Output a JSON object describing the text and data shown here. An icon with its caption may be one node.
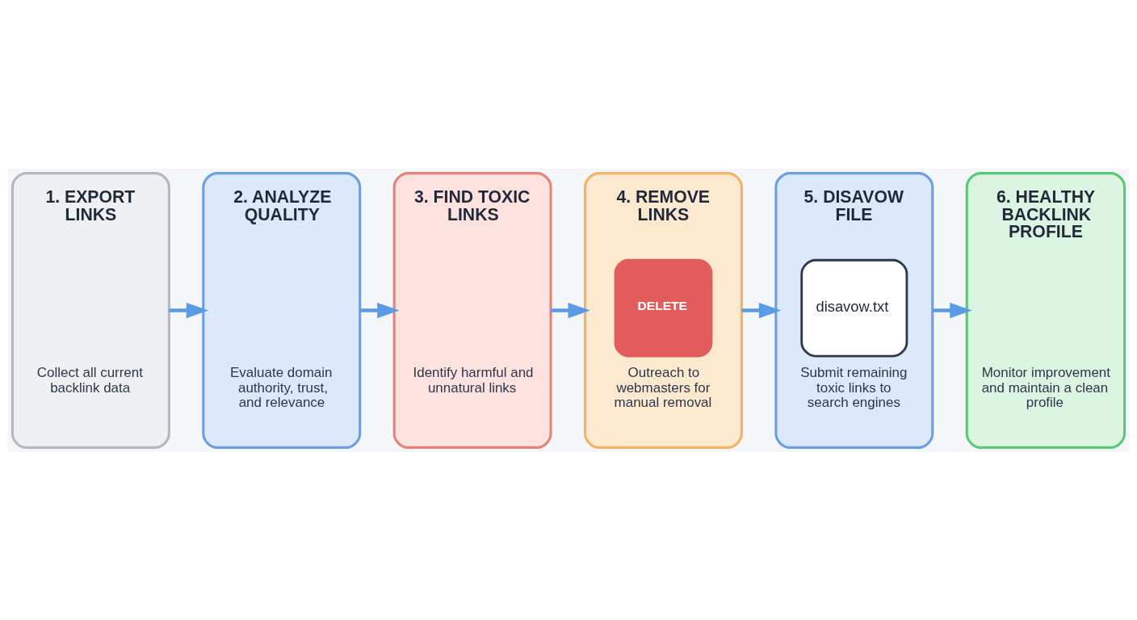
{
  "diagram": {
    "nodes": [
      {
        "text": [
          "1. EXPORT LINKS",
          "Collect all current backlink data"
        ]
      },
      {
        "text": [
          "2. ANALYZE QUALITY",
          "Evaluate domain authority, trust, and relevance"
        ]
      },
      {
        "text": [
          "3. FIND TOXIC LINKS",
          "Identify harmful and unnatural links"
        ]
      },
      {
        "text": [
          "4. REMOVE LINKS",
          "DELETE",
          "Outreach to webmasters for manual removal"
        ]
      },
      {
        "text": [
          "5. DISAVOW FILE",
          "disavow.txt",
          "Submit remaining toxic links to search engines"
        ]
      },
      {
        "text": [
          "6. HEALTHY BACKLINK PROFILE",
          "Monitor improvement and maintain a clean profile"
        ]
      }
    ],
    "edges": [
      {
        "from": 0,
        "to": 1,
        "arrow": "to"
      },
      {
        "from": 1,
        "to": 2,
        "arrow": "to"
      },
      {
        "from": 2,
        "to": 3,
        "arrow": "to"
      },
      {
        "from": 3,
        "to": 4,
        "arrow": "to"
      },
      {
        "from": 4,
        "to": 5,
        "arrow": "to"
      }
    ]
  }
}
